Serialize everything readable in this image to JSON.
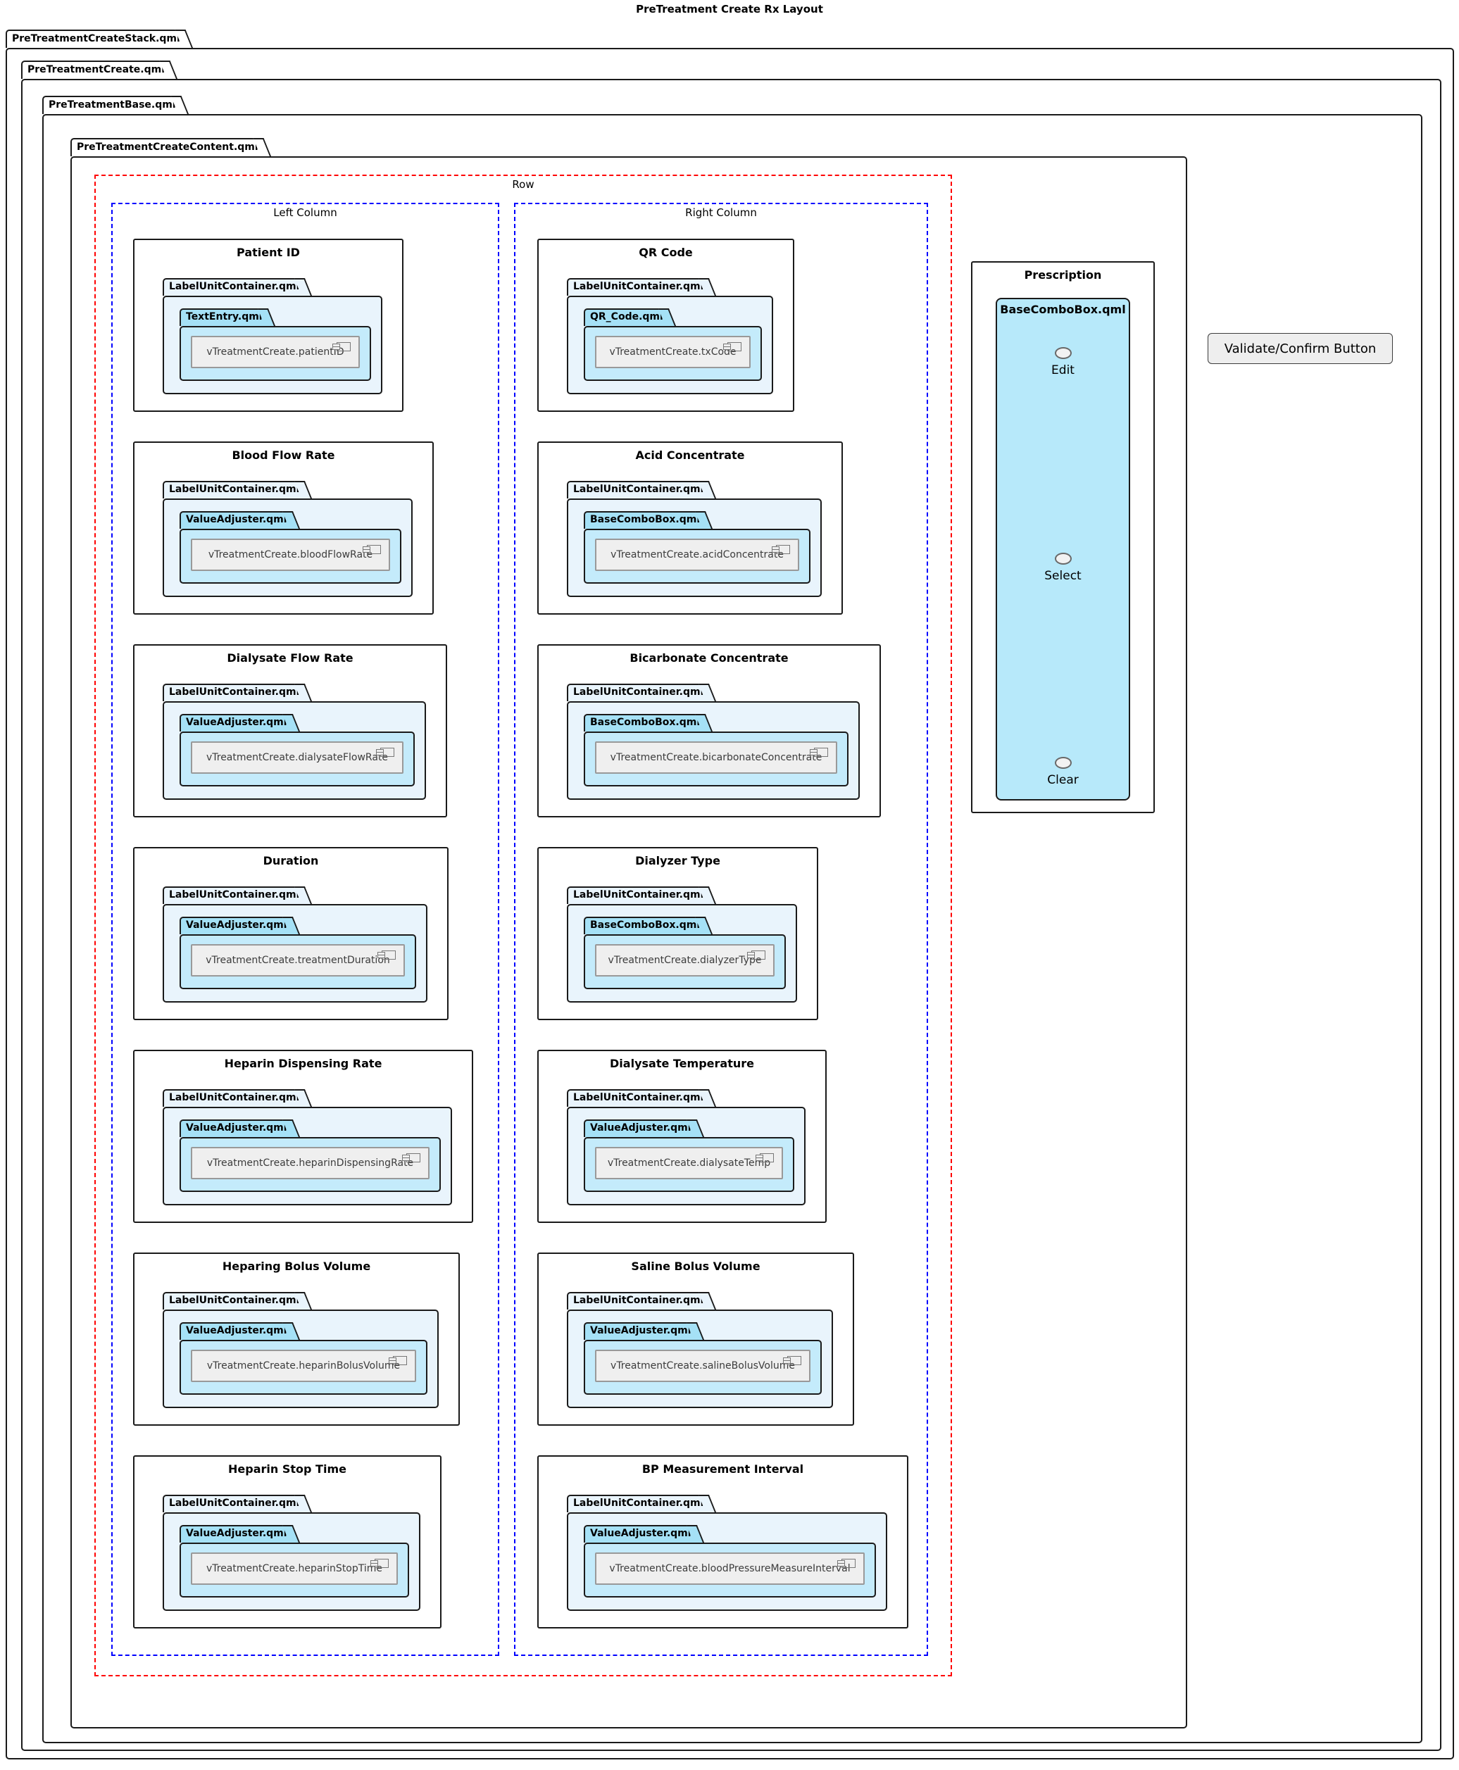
{
  "title": "PreTreatment Create Rx Layout",
  "frames": [
    {
      "name": "PreTreatmentCreateStack.qml"
    },
    {
      "name": "PreTreatmentCreate.qml"
    },
    {
      "name": "PreTreatmentBase.qml"
    },
    {
      "name": "PreTreatmentCreateContent.qml"
    }
  ],
  "row_label": "Row",
  "columns": [
    {
      "label": "Left Column",
      "cards": [
        {
          "title": "Patient ID",
          "container": "LabelUnitContainer.qml",
          "inner": "TextEntry.qml",
          "component": "vTreatmentCreate.patientID"
        },
        {
          "title": "Blood Flow Rate",
          "container": "LabelUnitContainer.qml",
          "inner": "ValueAdjuster.qml",
          "component": "vTreatmentCreate.bloodFlowRate"
        },
        {
          "title": "Dialysate Flow Rate",
          "container": "LabelUnitContainer.qml",
          "inner": "ValueAdjuster.qml",
          "component": "vTreatmentCreate.dialysateFlowRate"
        },
        {
          "title": "Duration",
          "container": "LabelUnitContainer.qml",
          "inner": "ValueAdjuster.qml",
          "component": "vTreatmentCreate.treatmentDuration"
        },
        {
          "title": "Heparin Dispensing Rate",
          "container": "LabelUnitContainer.qml",
          "inner": "ValueAdjuster.qml",
          "component": "vTreatmentCreate.heparinDispensingRate"
        },
        {
          "title": "Heparing Bolus Volume",
          "container": "LabelUnitContainer.qml",
          "inner": "ValueAdjuster.qml",
          "component": "vTreatmentCreate.heparinBolusVolume"
        },
        {
          "title": "Heparin Stop Time",
          "container": "LabelUnitContainer.qml",
          "inner": "ValueAdjuster.qml",
          "component": "vTreatmentCreate.heparinStopTime"
        }
      ]
    },
    {
      "label": "Right Column",
      "cards": [
        {
          "title": "QR Code",
          "container": "LabelUnitContainer.qml",
          "inner": "QR_Code.qml",
          "component": "vTreatmentCreate.txCode"
        },
        {
          "title": "Acid Concentrate",
          "container": "LabelUnitContainer.qml",
          "inner": "BaseComboBox.qml",
          "component": "vTreatmentCreate.acidConcentrate"
        },
        {
          "title": "Bicarbonate Concentrate",
          "container": "LabelUnitContainer.qml",
          "inner": "BaseComboBox.qml",
          "component": "vTreatmentCreate.bicarbonateConcentrate"
        },
        {
          "title": "Dialyzer Type",
          "container": "LabelUnitContainer.qml",
          "inner": "BaseComboBox.qml",
          "component": "vTreatmentCreate.dialyzerType"
        },
        {
          "title": "Dialysate Temperature",
          "container": "LabelUnitContainer.qml",
          "inner": "ValueAdjuster.qml",
          "component": "vTreatmentCreate.dialysateTemp"
        },
        {
          "title": "Saline Bolus Volume",
          "container": "LabelUnitContainer.qml",
          "inner": "ValueAdjuster.qml",
          "component": "vTreatmentCreate.salineBolusVolume"
        },
        {
          "title": "BP Measurement Interval",
          "container": "LabelUnitContainer.qml",
          "inner": "ValueAdjuster.qml",
          "component": "vTreatmentCreate.bloodPressureMeasureInterval"
        }
      ]
    }
  ],
  "prescription": {
    "title": "Prescription",
    "panel_label": "BaseComboBox.qml",
    "interfaces": [
      "Edit",
      "Select",
      "Clear"
    ]
  },
  "validate_button_label": "Validate/Confirm Button",
  "colors": {
    "frame_border": "#1a1a1a",
    "row_dash": "#ff0000",
    "column_dash": "#0000ff",
    "container_fill": "#e9f4fc",
    "inner_tab_fill": "#a5e1f6",
    "inner_fill": "#c4ebfb",
    "panel_fill": "#b7e9fa",
    "component_fill": "#efefef"
  }
}
